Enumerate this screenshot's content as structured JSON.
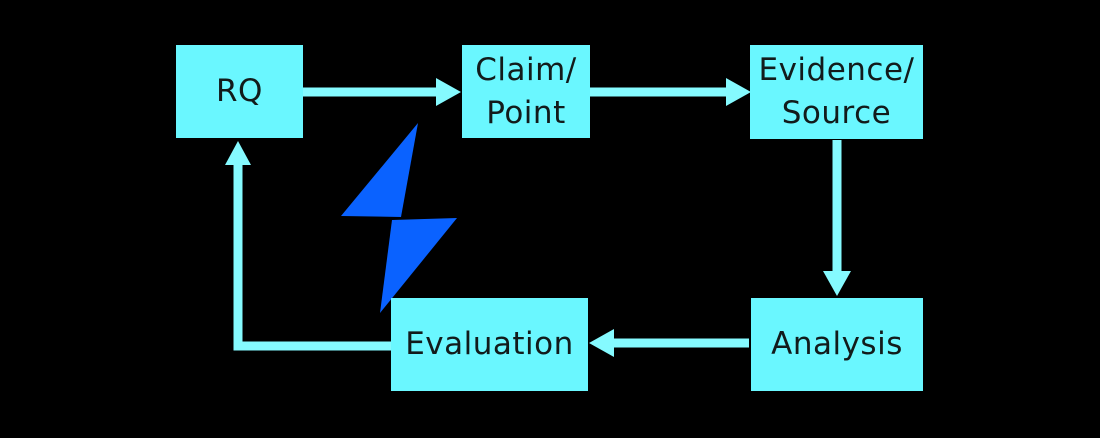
{
  "diagram": {
    "type": "flowchart",
    "nodes": [
      {
        "id": "rq",
        "label": "RQ"
      },
      {
        "id": "claim-point",
        "label": "Claim/\nPoint"
      },
      {
        "id": "evidence-source",
        "label": "Evidence/\nSource"
      },
      {
        "id": "analysis",
        "label": "Analysis"
      },
      {
        "id": "evaluation",
        "label": "Evaluation"
      }
    ],
    "edges": [
      {
        "from": "RQ",
        "to": "Claim/Point",
        "direction": "right"
      },
      {
        "from": "Claim/Point",
        "to": "Evidence/Source",
        "direction": "right"
      },
      {
        "from": "Evidence/Source",
        "to": "Analysis",
        "direction": "down"
      },
      {
        "from": "Analysis",
        "to": "Evaluation",
        "direction": "left"
      },
      {
        "from": "Evaluation",
        "to": "RQ",
        "direction": "left-then-up"
      }
    ],
    "icons": [
      {
        "name": "lightning-bolt-icon",
        "color": "#0A62FF"
      }
    ],
    "colors": {
      "background": "#000000",
      "node_fill": "#6AF7FF",
      "arrow": "#85FAFF",
      "text": "#121B1B",
      "bolt": "#0A62FF"
    }
  }
}
